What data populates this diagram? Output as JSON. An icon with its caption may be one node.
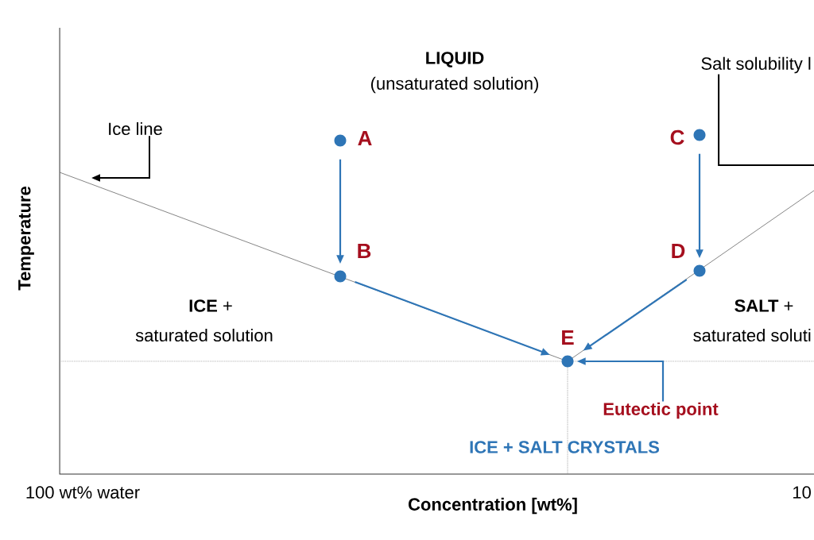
{
  "diagram": {
    "nodes": [
      {
        "text": [
          "A"
        ]
      },
      {
        "text": [
          "B"
        ]
      },
      {
        "text": [
          "C"
        ]
      },
      {
        "text": [
          "D"
        ]
      },
      {
        "text": [
          "E"
        ]
      },
      {
        "text": [
          "Ice line"
        ]
      },
      {
        "text": [
          "Salt solubility l"
        ]
      },
      {
        "text": [
          "Eutectic point"
        ]
      }
    ],
    "edges": [
      {
        "from": 0,
        "to": 1,
        "arrow": "to"
      },
      {
        "from": 1,
        "to": 4,
        "arrow": "to"
      },
      {
        "from": 2,
        "to": 3,
        "arrow": "to"
      },
      {
        "from": 3,
        "to": 4,
        "arrow": "to"
      },
      {
        "from": 5,
        "to": null,
        "arrow": "to",
        "color": "#000000"
      },
      {
        "from": 6,
        "to": null,
        "arrow": "none",
        "color": "#000000"
      },
      {
        "from": 7,
        "to": 4,
        "arrow": "to"
      }
    ],
    "labels": [
      "LIQUID",
      "(unsaturated solution)",
      "**ICE** +",
      "saturated solution",
      "**SALT** +",
      "saturated soluti",
      "ICE + SALT CRYSTALS",
      "Temperature",
      "100 wt% water",
      "10",
      "Concentration [wt%]"
    ]
  }
}
